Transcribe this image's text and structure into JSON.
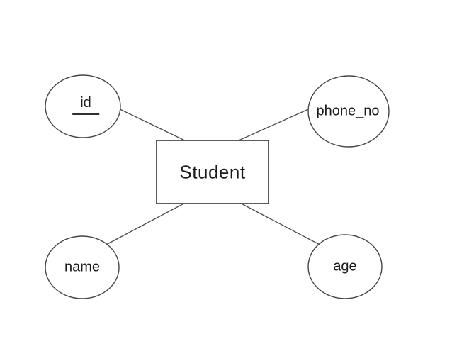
{
  "diagram": {
    "kind": "er-diagram",
    "background": "#ffffff",
    "stroke_color": "#3f3f3f",
    "text_color": "#1a1a1a",
    "entity": {
      "label": "Student",
      "shape": "rectangle"
    },
    "attributes": [
      {
        "label": "id",
        "shape": "ellipse",
        "underlined": true,
        "position": "top-left"
      },
      {
        "label": "phone_no",
        "shape": "ellipse",
        "underlined": false,
        "position": "top-right"
      },
      {
        "label": "name",
        "shape": "ellipse",
        "underlined": false,
        "position": "bottom-left"
      },
      {
        "label": "age",
        "shape": "ellipse",
        "underlined": false,
        "position": "bottom-right"
      }
    ],
    "connections": [
      {
        "from": "Student",
        "to": "id"
      },
      {
        "from": "Student",
        "to": "phone_no"
      },
      {
        "from": "Student",
        "to": "name"
      },
      {
        "from": "Student",
        "to": "age"
      }
    ]
  }
}
